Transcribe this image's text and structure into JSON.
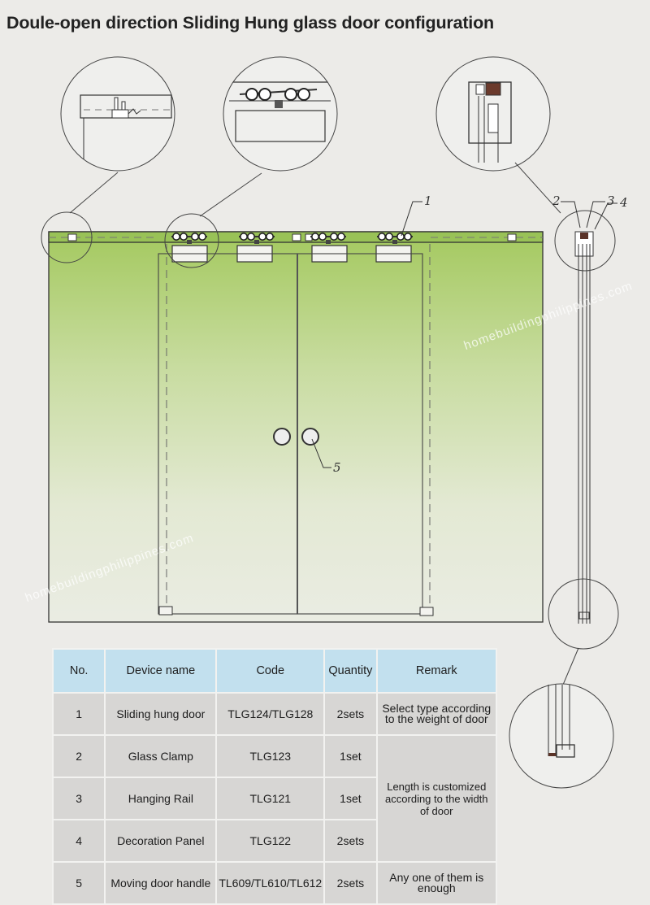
{
  "title": "Doule-open direction Sliding Hung glass door configuration",
  "diagram": {
    "callouts": [
      "1",
      "2",
      "3",
      "4",
      "5"
    ],
    "watermark": "homebuildingphilippines.com",
    "colors": {
      "glass_green": "#a9cc6a",
      "glass_light": "#e6ecd8",
      "line": "#3a3a3a"
    }
  },
  "table": {
    "headers": [
      "No.",
      "Device name",
      "Code",
      "Quantity",
      "Remark"
    ],
    "rows": [
      {
        "no": "1",
        "name": "Sliding hung door",
        "code": "TLG124/TLG128",
        "qty": "2sets",
        "remark": "Select type according to the weight of door"
      },
      {
        "no": "2",
        "name": "Glass Clamp",
        "code": "TLG123",
        "qty": "1set",
        "remark": "Length is customized according to the width of door"
      },
      {
        "no": "3",
        "name": "Hanging Rail",
        "code": "TLG121",
        "qty": "1set",
        "remark": ""
      },
      {
        "no": "4",
        "name": "Decoration Panel",
        "code": "TLG122",
        "qty": "2sets",
        "remark": ""
      },
      {
        "no": "5",
        "name": "Moving door handle",
        "code": "TL609/TL610/TL612",
        "qty": "2sets",
        "remark": "Any one of them is enough"
      }
    ],
    "colors": {
      "header_bg": "#c2e0ee",
      "row_bg": "#d7d6d4"
    }
  }
}
